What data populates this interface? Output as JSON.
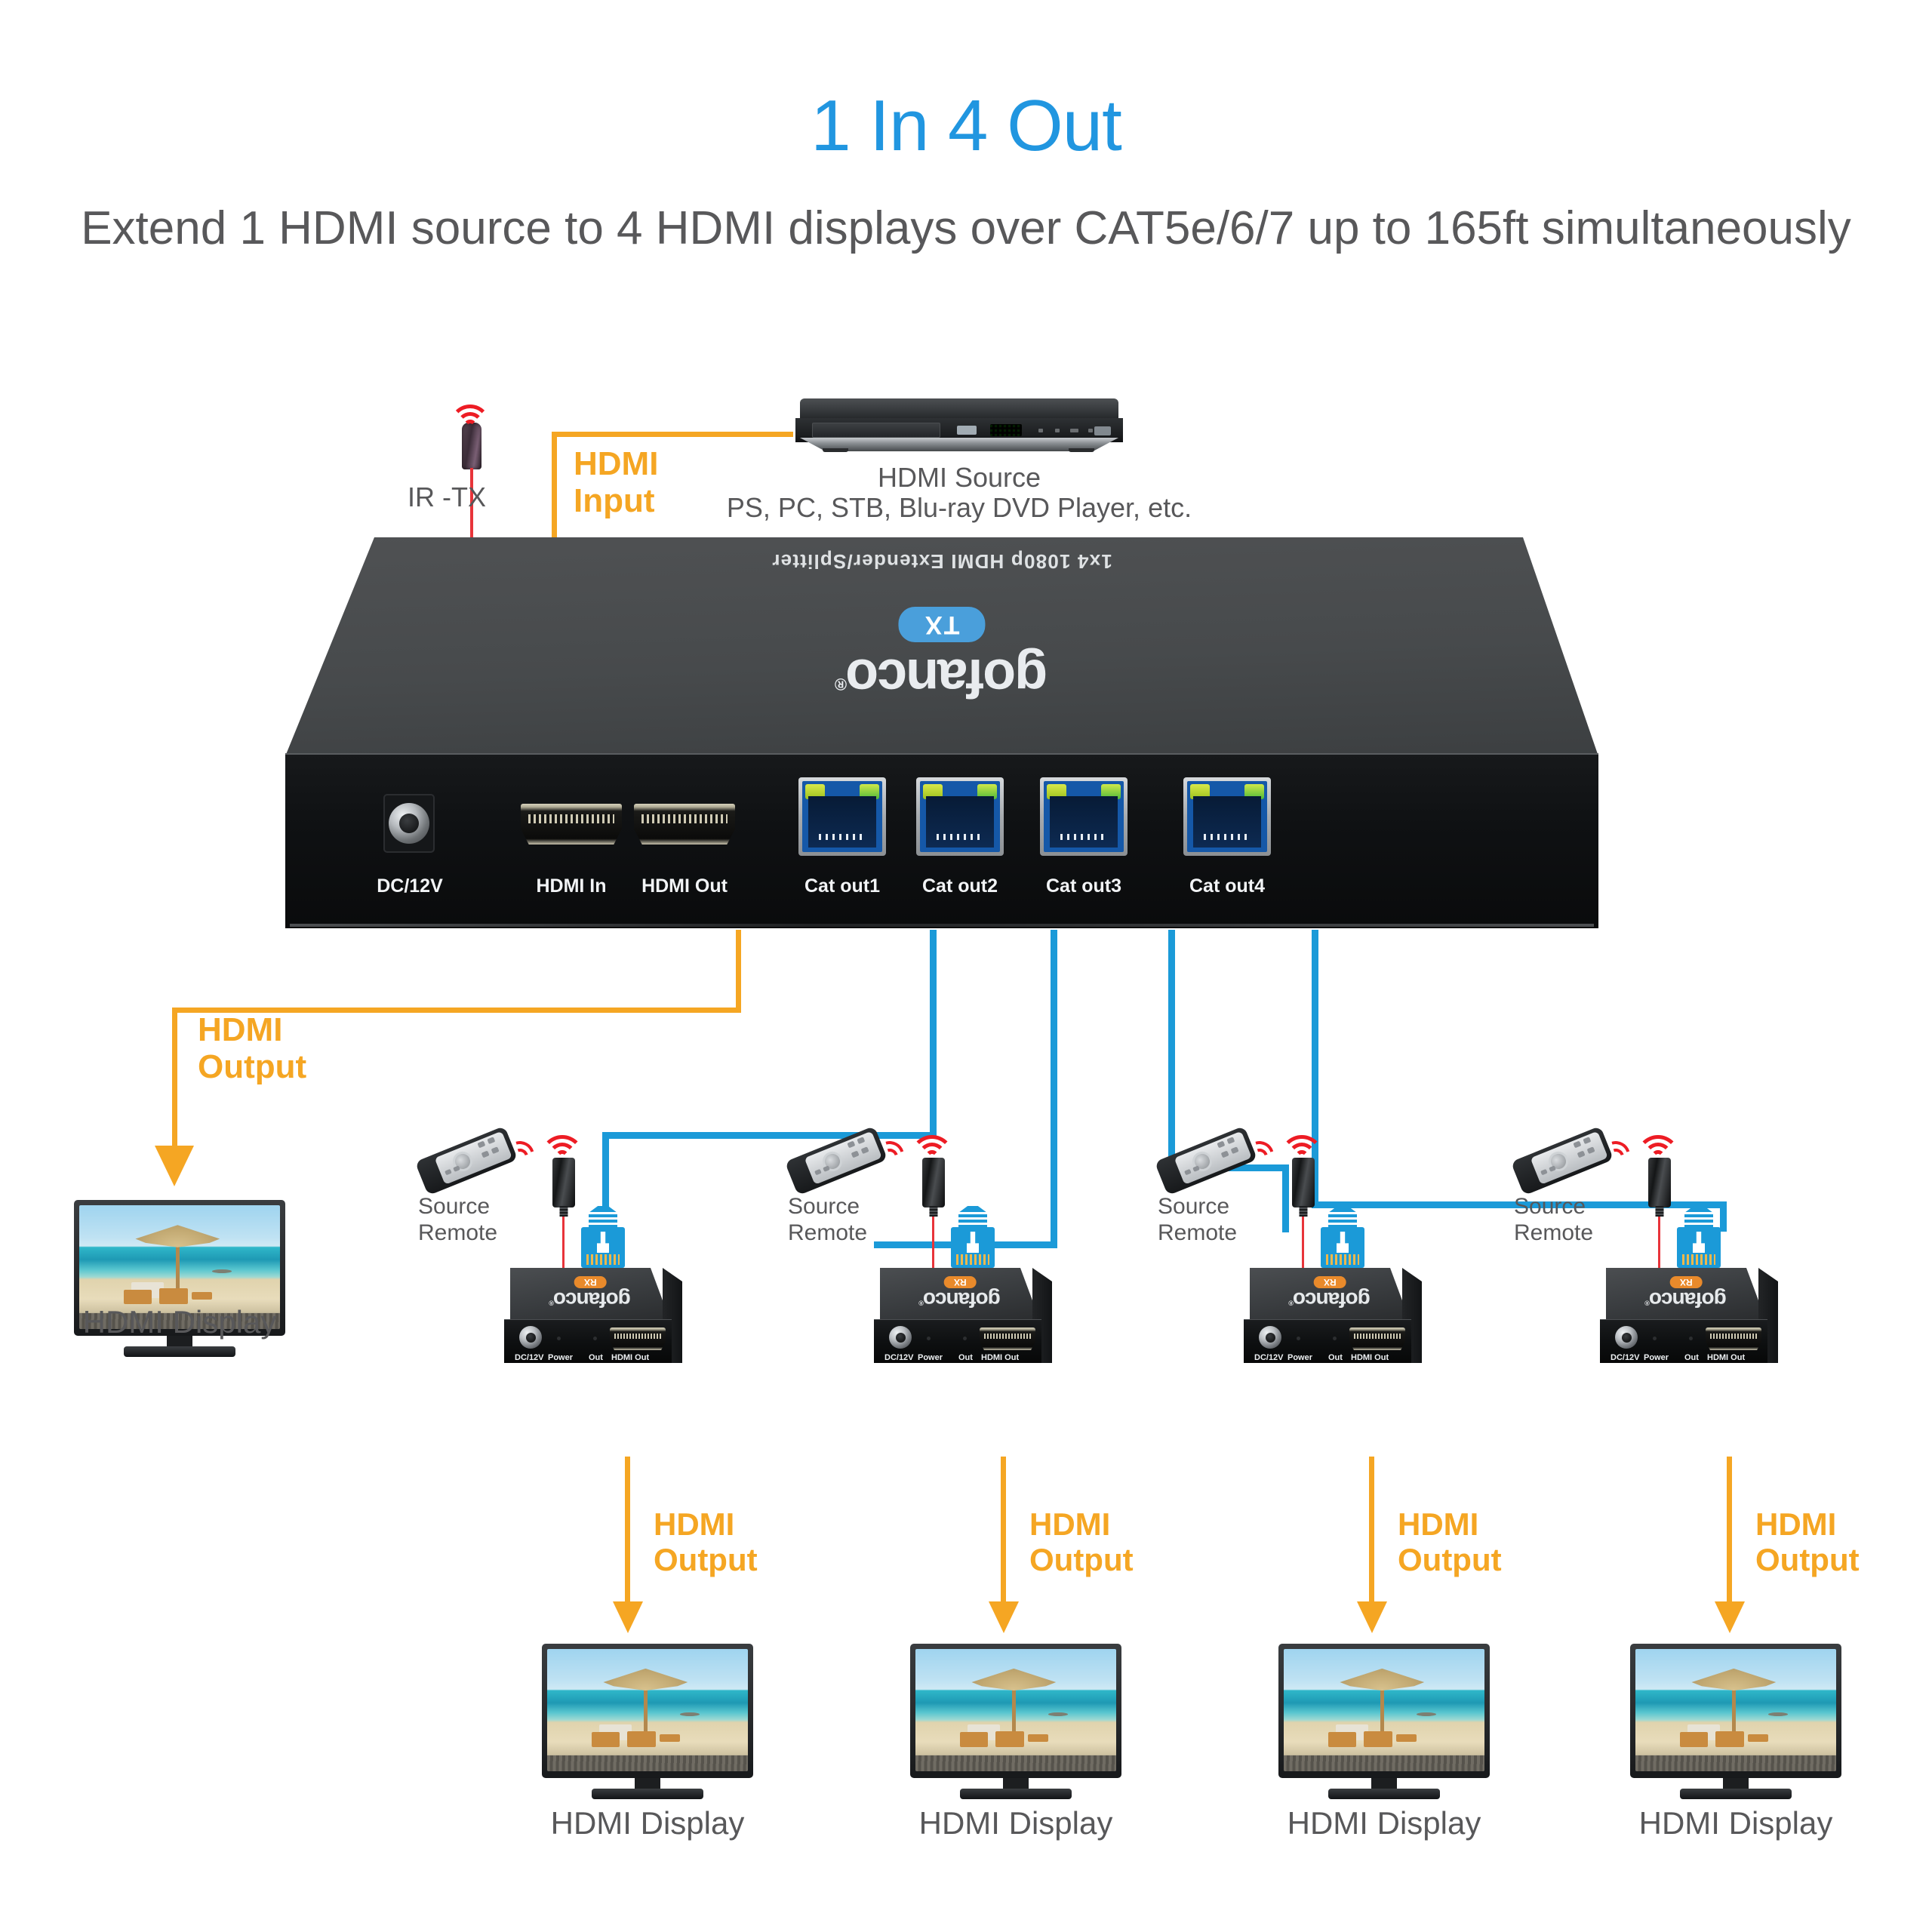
{
  "header": {
    "title": "1 In 4 Out",
    "subtitle": "Extend 1 HDMI source to 4 HDMI displays over\nCAT5e/6/7 up to 165ft simultaneously",
    "title_color": "#2196e0",
    "subtitle_color": "#58585a"
  },
  "colors": {
    "hdmi_line": "#f5a623",
    "cat_line": "#1b9ad8",
    "ir_line": "#e8343a",
    "tx_badge": "#4a9fdb",
    "rx_badge": "#e98a2b"
  },
  "top_section": {
    "ir_tx_label": "IR -TX",
    "hdmi_input_label": "HDMI\nInput",
    "source_title": "HDMI Source",
    "source_subtitle": "PS, PC, STB, Blu-ray DVD Player, etc."
  },
  "transmitter": {
    "top_text": "1x4 1080p HDMI Extender/Splitter",
    "badge": "TX",
    "brand": "gofanco",
    "brand_mark": "®",
    "ports": [
      {
        "name": "DC/12V",
        "type": "dc-jack"
      },
      {
        "name": "HDMI In",
        "type": "hdmi"
      },
      {
        "name": "HDMI Out",
        "type": "hdmi"
      },
      {
        "name": "Cat out1",
        "type": "rj45"
      },
      {
        "name": "Cat out2",
        "type": "rj45"
      },
      {
        "name": "Cat out3",
        "type": "rj45"
      },
      {
        "name": "Cat out4",
        "type": "rj45"
      }
    ]
  },
  "local_output": {
    "arrow_label": "HDMI\nOutput",
    "display_label": "HDMI Display"
  },
  "receivers": [
    {
      "remote_label": "Source\nRemote",
      "badge": "RX",
      "brand": "gofanco",
      "brand_mark": "®",
      "ports": [
        "DC/12V",
        "Power",
        "Out",
        "HDMI Out"
      ],
      "output_label": "HDMI\nOutput",
      "display_label": "HDMI Display"
    },
    {
      "remote_label": "Source\nRemote",
      "badge": "RX",
      "brand": "gofanco",
      "brand_mark": "®",
      "ports": [
        "DC/12V",
        "Power",
        "Out",
        "HDMI Out"
      ],
      "output_label": "HDMI\nOutput",
      "display_label": "HDMI Display"
    },
    {
      "remote_label": "Source\nRemote",
      "badge": "RX",
      "brand": "gofanco",
      "brand_mark": "®",
      "ports": [
        "DC/12V",
        "Power",
        "Out",
        "HDMI Out"
      ],
      "output_label": "HDMI\nOutput",
      "display_label": "HDMI Display"
    },
    {
      "remote_label": "Source\nRemote",
      "badge": "RX",
      "brand": "gofanco",
      "brand_mark": "®",
      "ports": [
        "DC/12V",
        "Power",
        "Out",
        "HDMI Out"
      ],
      "output_label": "HDMI\nOutput",
      "display_label": "HDMI Display"
    }
  ]
}
